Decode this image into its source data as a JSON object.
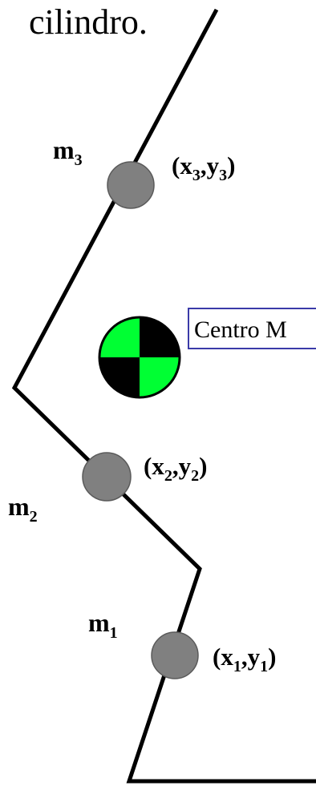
{
  "heading": "cilindro.",
  "masses": [
    {
      "label": "m",
      "sub": "3",
      "coord_x": "x",
      "coord_x_sub": "3",
      "coord_y": "y",
      "coord_y_sub": "3"
    },
    {
      "label": "m",
      "sub": "2",
      "coord_x": "x",
      "coord_x_sub": "2",
      "coord_y": "y",
      "coord_y_sub": "2"
    },
    {
      "label": "m",
      "sub": "1",
      "coord_x": "x",
      "coord_x_sub": "1",
      "coord_y": "y",
      "coord_y_sub": "1"
    }
  ],
  "center_of_mass": {
    "label": "Centro M",
    "colors": {
      "green": "#00ff33",
      "black": "#000000"
    }
  },
  "colors": {
    "mass_fill": "#808080",
    "line": "#000000",
    "label_border": "#3a3aa8"
  }
}
